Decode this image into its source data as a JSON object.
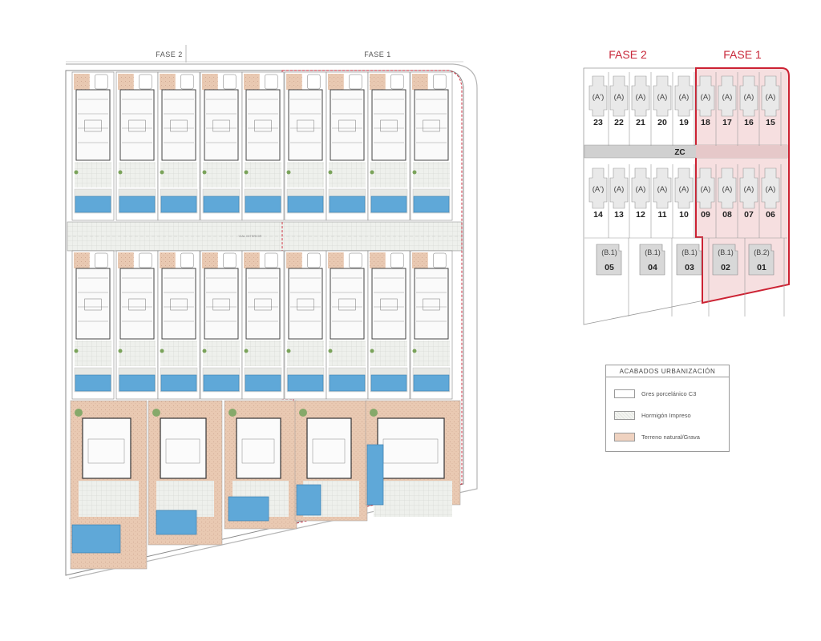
{
  "site_plan": {
    "phase_labels": [
      "FASE 2",
      "FASE 1"
    ],
    "street_label": "VIAL INTERIOR"
  },
  "key_plan": {
    "phase2_label": "FASE 2",
    "phase1_label": "FASE 1",
    "zc_label": "ZC",
    "top_row": [
      {
        "number": "23",
        "type": "(A')"
      },
      {
        "number": "22",
        "type": "(A)"
      },
      {
        "number": "21",
        "type": "(A)"
      },
      {
        "number": "20",
        "type": "(A)"
      },
      {
        "number": "19",
        "type": "(A)"
      },
      {
        "number": "18",
        "type": "(A)"
      },
      {
        "number": "17",
        "type": "(A)"
      },
      {
        "number": "16",
        "type": "(A)"
      },
      {
        "number": "15",
        "type": "(A)"
      }
    ],
    "middle_row": [
      {
        "number": "14",
        "type": "(A')"
      },
      {
        "number": "13",
        "type": "(A)"
      },
      {
        "number": "12",
        "type": "(A)"
      },
      {
        "number": "11",
        "type": "(A)"
      },
      {
        "number": "10",
        "type": "(A)"
      },
      {
        "number": "09",
        "type": "(A)"
      },
      {
        "number": "08",
        "type": "(A)"
      },
      {
        "number": "07",
        "type": "(A)"
      },
      {
        "number": "06",
        "type": "(A)"
      }
    ],
    "bottom_row": [
      {
        "number": "05",
        "type": "(B.1)"
      },
      {
        "number": "04",
        "type": "(B.1)"
      },
      {
        "number": "03",
        "type": "(B.1)"
      },
      {
        "number": "02",
        "type": "(B.1)"
      },
      {
        "number": "01",
        "type": "(B.2)"
      }
    ]
  },
  "legend": {
    "title": "ACABADOS URBANIZACIÓN",
    "items": [
      {
        "label": "Gres porcelánico  C3",
        "color": "#ffffff"
      },
      {
        "label": "Hormigón Impreso",
        "color": "#eceee9"
      },
      {
        "label": "Terreno natural/Grava",
        "color": "#efd2c0"
      }
    ]
  },
  "colors": {
    "phase1_highlight": "#cc2233",
    "pool": "#5fa8d8",
    "gravel": "#e8c4ab",
    "paving": "#e6e8e4"
  }
}
